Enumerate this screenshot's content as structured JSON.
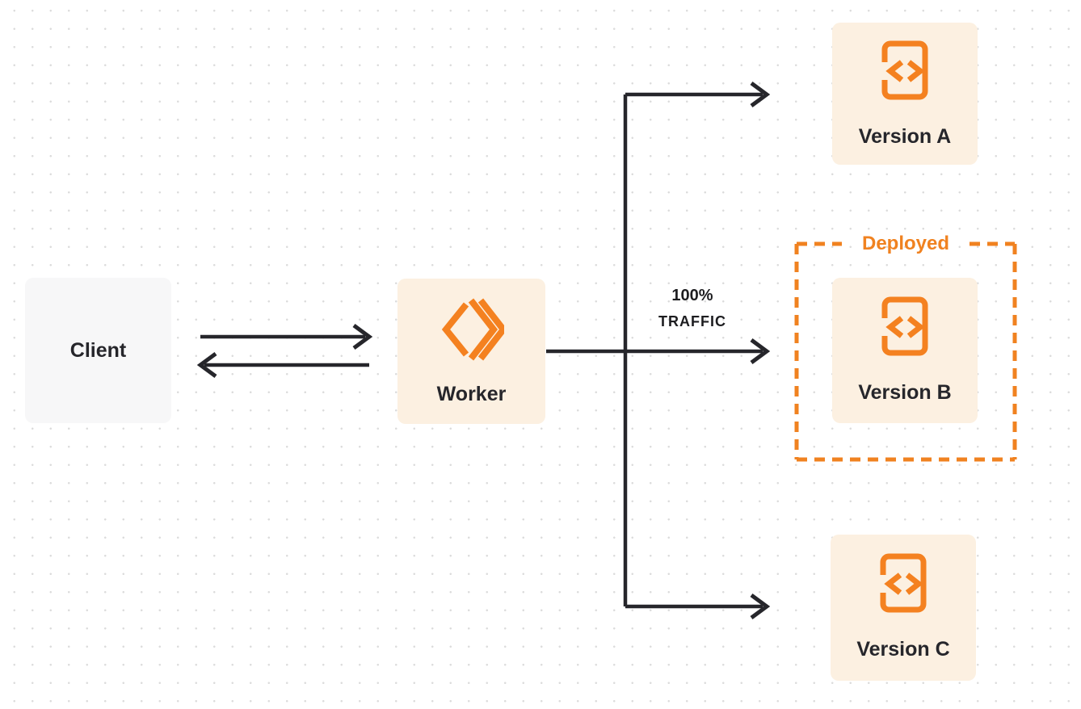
{
  "nodes": {
    "client": {
      "label": "Client"
    },
    "worker": {
      "label": "Worker",
      "icon": "cloudflare-workers-icon"
    },
    "version_a": {
      "label": "Version A",
      "icon": "code-file-icon"
    },
    "version_b": {
      "label": "Version B",
      "icon": "code-file-icon"
    },
    "version_c": {
      "label": "Version C",
      "icon": "code-file-icon"
    }
  },
  "annotations": {
    "deployed_label": "Deployed",
    "traffic_percent": "100%",
    "traffic_word": "TRAFFIC"
  },
  "edges": [
    {
      "from": "client",
      "to": "worker",
      "direction": "bidirectional"
    },
    {
      "from": "worker",
      "to": "version_a"
    },
    {
      "from": "worker",
      "to": "version_b",
      "label": "100% TRAFFIC"
    },
    {
      "from": "worker",
      "to": "version_c"
    }
  ],
  "colors": {
    "accent_orange": "#f48120",
    "deployed_orange": "#f08220",
    "node_cream": "#fcf0e1",
    "node_gray": "#f7f7f8",
    "line_dark": "#26262b",
    "dot_grid": "#dcdcdc",
    "background": "#ffffff"
  }
}
